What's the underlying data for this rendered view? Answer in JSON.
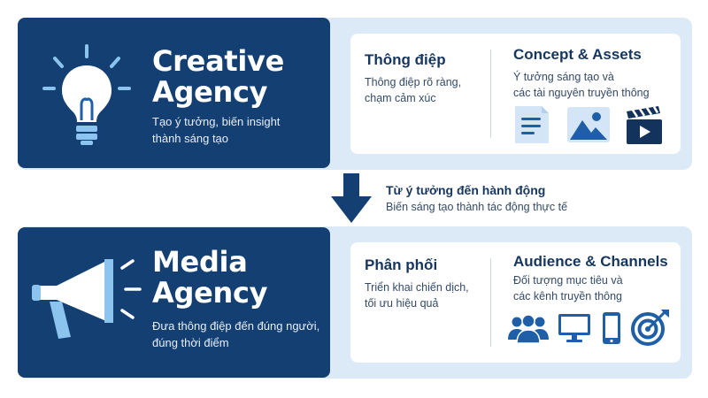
{
  "creative": {
    "title_line1": "Creative",
    "title_line2": "Agency",
    "desc_line1": "Tạo ý tưởng, biến insight",
    "desc_line2": "thành sáng tạo",
    "col1": {
      "title": "Thông điệp",
      "desc_line1": "Thông điệp rõ ràng,",
      "desc_line2": "chạm cảm xúc"
    },
    "col2": {
      "title": "Concept & Assets",
      "desc_line1": "Ý tưởng sáng tạo và",
      "desc_line2": "các tài nguyên truyền thông"
    },
    "icons": [
      "lightbulb-icon",
      "document-icon",
      "image-icon",
      "clapperboard-icon"
    ]
  },
  "transition": {
    "title": "Từ ý tưởng đến hành động",
    "subtitle": "Biến sáng tạo thành tác động thực tế",
    "icon": "arrow-down-icon"
  },
  "media": {
    "title_line1": "Media",
    "title_line2": "Agency",
    "desc_line1": "Đưa thông điệp đến đúng người,",
    "desc_line2": "đúng thời điểm",
    "col1": {
      "title": "Phân phối",
      "desc_line1": "Triển khai chiến dịch,",
      "desc_line2": "tối ưu hiệu quả"
    },
    "col2": {
      "title": "Audience & Channels",
      "desc_line1": "Đối tượng mục tiêu và",
      "desc_line2": "các kênh truyền thông"
    },
    "icons": [
      "megaphone-icon",
      "people-icon",
      "monitor-icon",
      "smartphone-icon",
      "target-icon"
    ]
  },
  "colors": {
    "navy": "#133f73",
    "light_blue": "#dce9f6",
    "icon_blue": "#1f5fa8",
    "icon_light": "#7fb6e6"
  }
}
